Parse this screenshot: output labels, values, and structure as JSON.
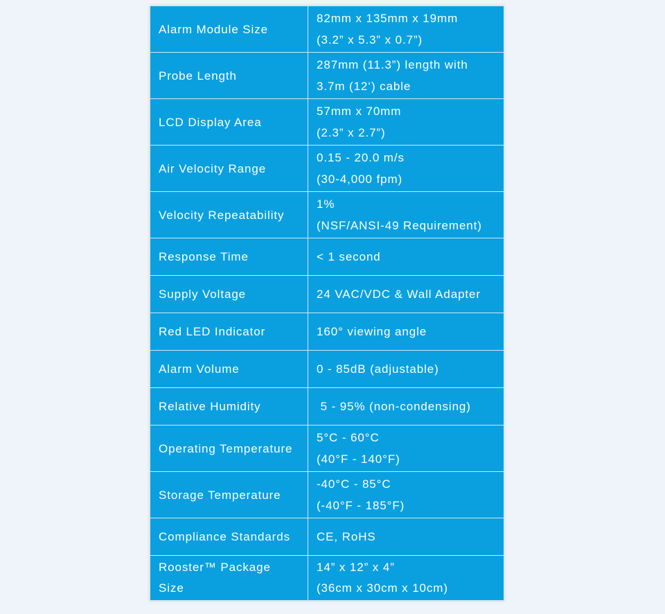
{
  "specs": [
    {
      "label": [
        "Alarm Module Size"
      ],
      "value": [
        "82mm x 135mm x 19mm",
        "(3.2” x 5.3” x 0.7”)"
      ]
    },
    {
      "label": [
        "Probe Length"
      ],
      "value": [
        "287mm (11.3”) length with",
        "3.7m (12‘) cable"
      ]
    },
    {
      "label": [
        "LCD Display Area"
      ],
      "value": [
        "57mm x 70mm",
        "(2.3” x 2.7”)"
      ]
    },
    {
      "label": [
        "Air Velocity Range"
      ],
      "value": [
        "0.15 - 20.0 m/s",
        "(30-4,000 fpm)"
      ]
    },
    {
      "label": [
        "Velocity Repeatability"
      ],
      "value": [
        "1%",
        "(NSF/ANSI-49 Requirement)"
      ]
    },
    {
      "label": [
        "Response Time"
      ],
      "value": [
        "< 1 second"
      ]
    },
    {
      "label": [
        "Supply Voltage"
      ],
      "value": [
        "24 VAC/VDC & Wall Adapter"
      ]
    },
    {
      "label": [
        "Red LED Indicator"
      ],
      "value": [
        "160° viewing angle"
      ]
    },
    {
      "label": [
        "Alarm Volume"
      ],
      "value": [
        "0 - 85dB (adjustable)"
      ]
    },
    {
      "label": [
        "Relative Humidity"
      ],
      "value": [
        " 5 - 95% (non-condensing)"
      ]
    },
    {
      "label": [
        "Operating Temperature"
      ],
      "value": [
        "5°C - 60°C",
        "(40°F - 140°F)"
      ]
    },
    {
      "label": [
        "Storage Temperature"
      ],
      "value": [
        "-40°C - 85°C",
        "(-40°F - 185°F)"
      ]
    },
    {
      "label": [
        "Compliance Standards"
      ],
      "value": [
        "CE, RoHS"
      ]
    },
    {
      "label": [
        "Rooster™ Package",
        "Size"
      ],
      "value": [
        "14” x 12” x 4”",
        "(36cm x 30cm x 10cm)"
      ]
    }
  ]
}
